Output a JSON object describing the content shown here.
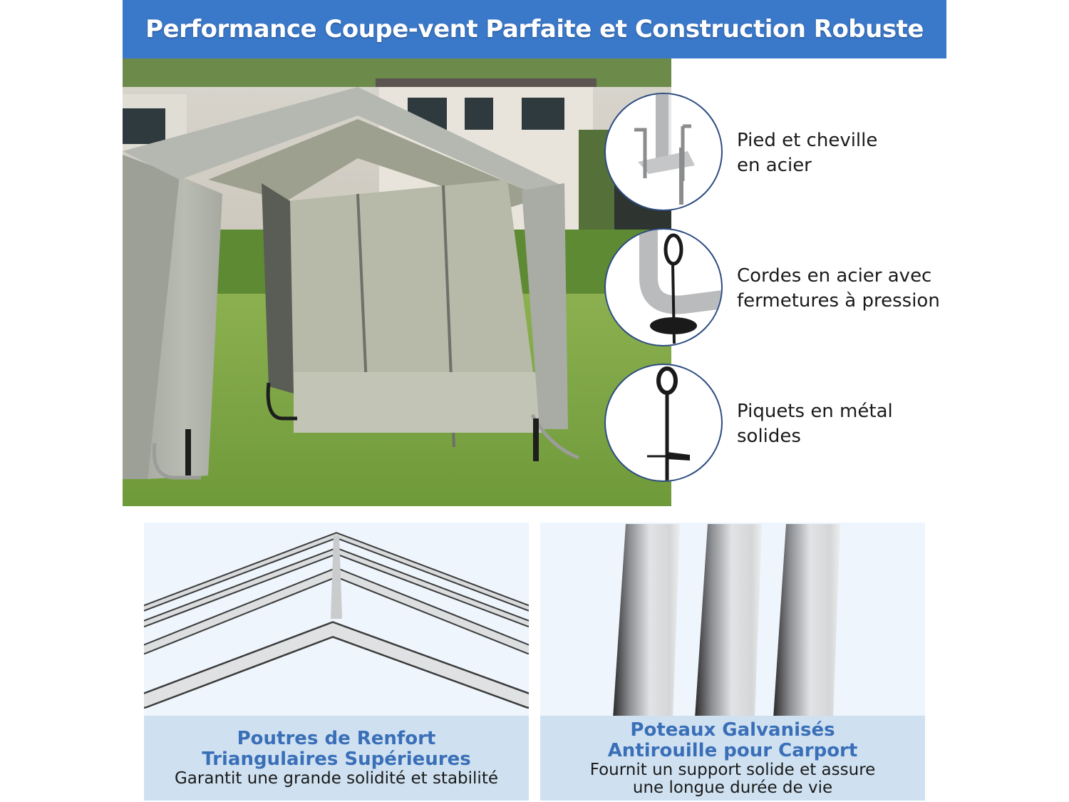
{
  "banner": {
    "title": "Performance Coupe-vent Parfaite et Construction Robuste",
    "bg_color": "#3a78c9"
  },
  "photo": {
    "subject": "grey-carport-tent-on-lawn",
    "alt": "Abri tente gris installé sur une pelouse devant une maison"
  },
  "features": [
    {
      "icon": "steel-foot-peg-icon",
      "lines": [
        "Pied et cheville",
        "en acier"
      ]
    },
    {
      "icon": "steel-rope-snap-icon",
      "lines": [
        "Cordes en acier avec",
        "fermetures à pression"
      ]
    },
    {
      "icon": "metal-stake-icon",
      "lines": [
        "Piquets en métal",
        "solides"
      ]
    }
  ],
  "panels": [
    {
      "image": "triangular-roof-beams",
      "heading_lines": [
        "Poutres de Renfort",
        "Triangulaires Supérieures"
      ],
      "sub_lines": [
        "Garantit une grande solidité et stabilité"
      ]
    },
    {
      "image": "galvanized-poles",
      "heading_lines": [
        "Poteaux Galvanisés",
        "Antirouille pour Carport"
      ],
      "sub_lines": [
        "Fournit un support solide et assure",
        "une longue durée de vie"
      ]
    }
  ],
  "colors": {
    "heading_blue": "#3a6fb8",
    "caption_bg": "#cfe1f1",
    "panel_bg": "#eef5fc",
    "circle_border": "#2c4c82"
  }
}
